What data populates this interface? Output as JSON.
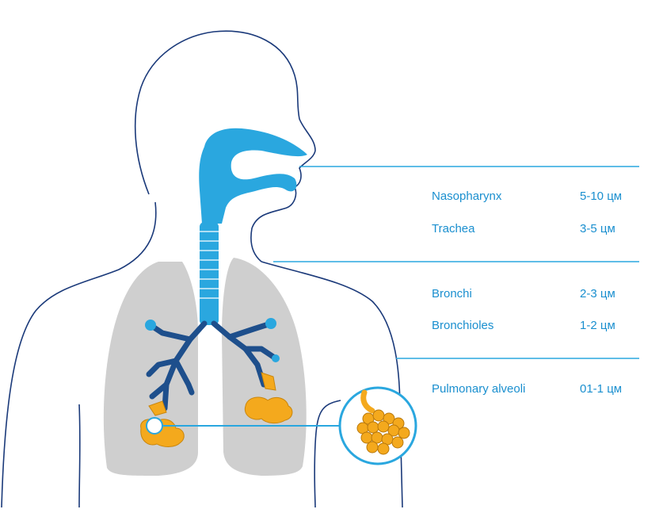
{
  "regions": [
    {
      "label": "Nasopharynx",
      "size": "5-10 цм"
    },
    {
      "label": "Trachea",
      "size": "3-5 цм"
    },
    {
      "label": "Bronchi",
      "size": "2-3 цм"
    },
    {
      "label": "Bronchioles",
      "size": "1-2 цм"
    },
    {
      "label": "Pulmonary alveoli",
      "size": "01-1 цм"
    }
  ],
  "colors": {
    "outline": "#1b3a7a",
    "airway": "#2aa7df",
    "bronchi": "#1e4f8c",
    "alveoli": "#f4a91d",
    "lung": "#cfcfcf",
    "line": "#2aa7df",
    "text": "#1a8fcf"
  },
  "icons": [
    "human-silhouette",
    "lungs",
    "alveoli-cluster"
  ]
}
